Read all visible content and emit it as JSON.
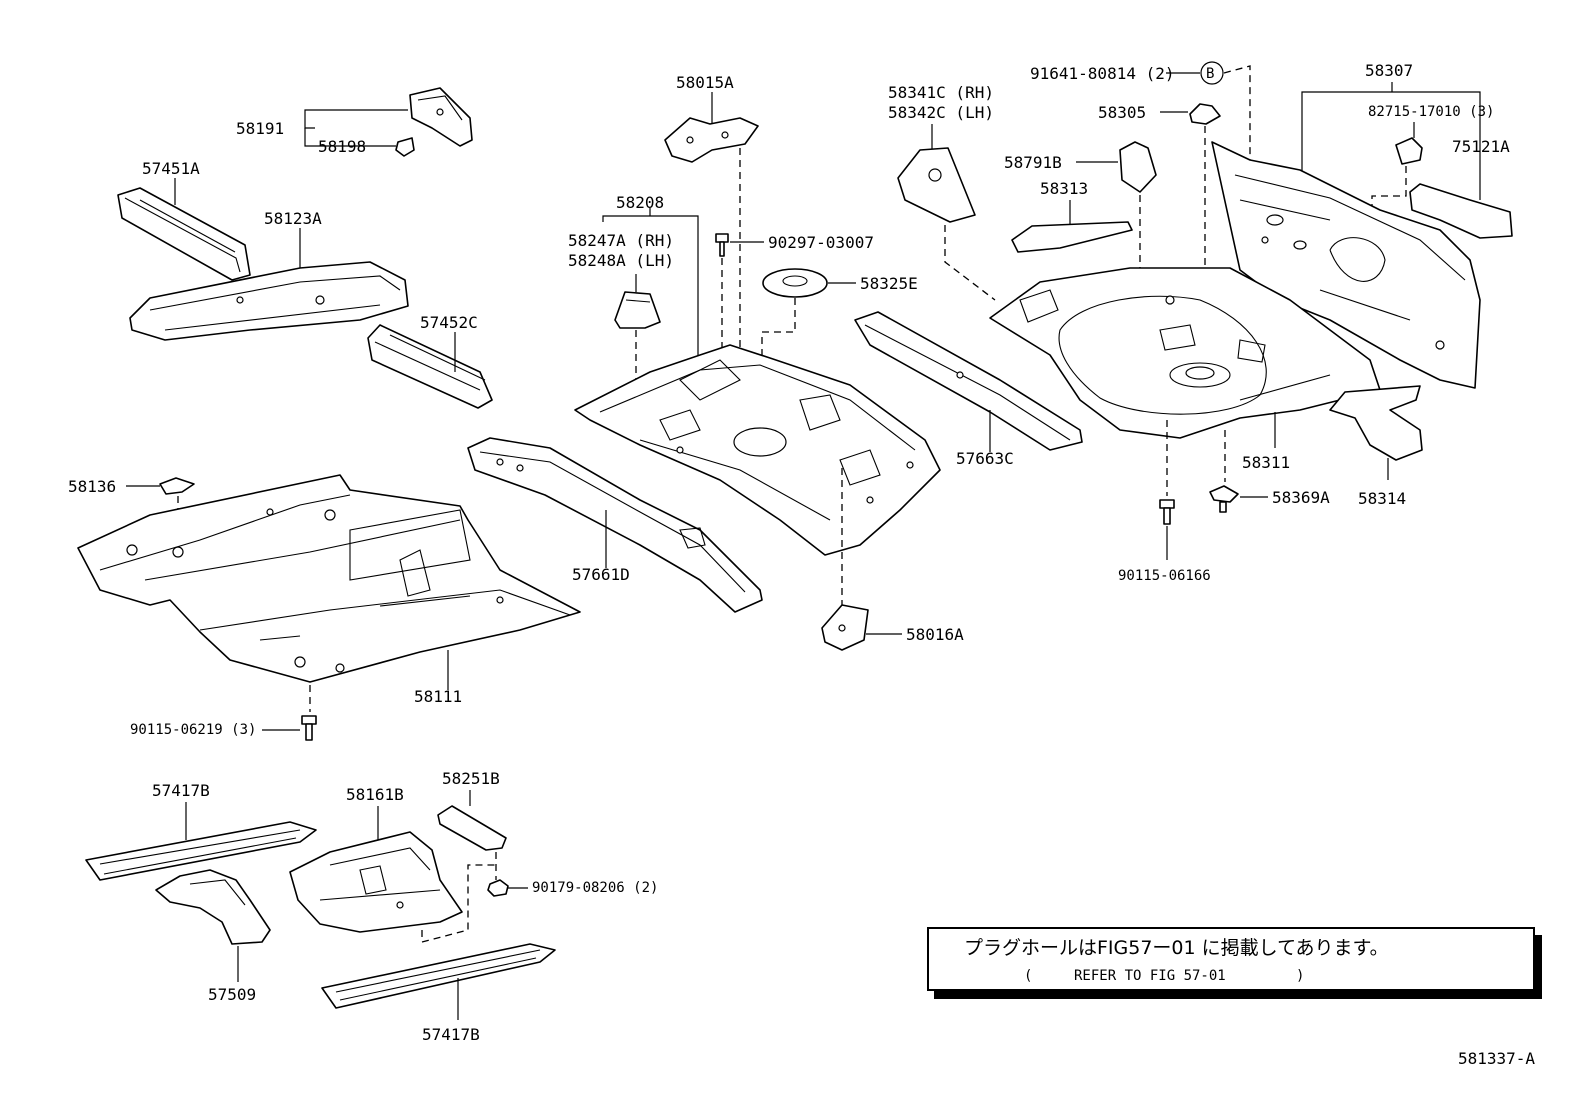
{
  "labels": {
    "p58191": "58191",
    "p58198": "58198",
    "p57451A": "57451A",
    "p58123A": "58123A",
    "p57452C": "57452C",
    "p58015A": "58015A",
    "p58208": "58208",
    "p58247A": "58247A (RH)",
    "p58248A": "58248A (LH)",
    "p90297": "90297-03007",
    "p58325E": "58325E",
    "p58341C": "58341C (RH)",
    "p58342C": "58342C (LH)",
    "p91641": "91641-80814 (2)",
    "callout_b": "B",
    "p58305": "58305",
    "p58307": "58307",
    "p82715": "82715-17010 (3)",
    "p75121A": "75121A",
    "p58791B": "58791B",
    "p58313": "58313",
    "p57663C": "57663C",
    "p58311": "58311",
    "p58314": "58314",
    "p58369A": "58369A",
    "p90115_06166": "90115-06166",
    "p58136": "58136",
    "p57661D": "57661D",
    "p58016A": "58016A",
    "p58111": "58111",
    "p90115_06219": "90115-06219 (3)",
    "p57417B_top": "57417B",
    "p58161B": "58161B",
    "p58251B": "58251B",
    "p90179": "90179-08206 (2)",
    "p57509": "57509",
    "p57417B_bottom": "57417B"
  },
  "note": {
    "line1": "プラグホールはFIG57ー01 に掲載してあります。",
    "line2_open": "(",
    "line2_text": "REFER TO FIG 57-01",
    "line2_close": ")"
  },
  "figure_number": "581337-A"
}
